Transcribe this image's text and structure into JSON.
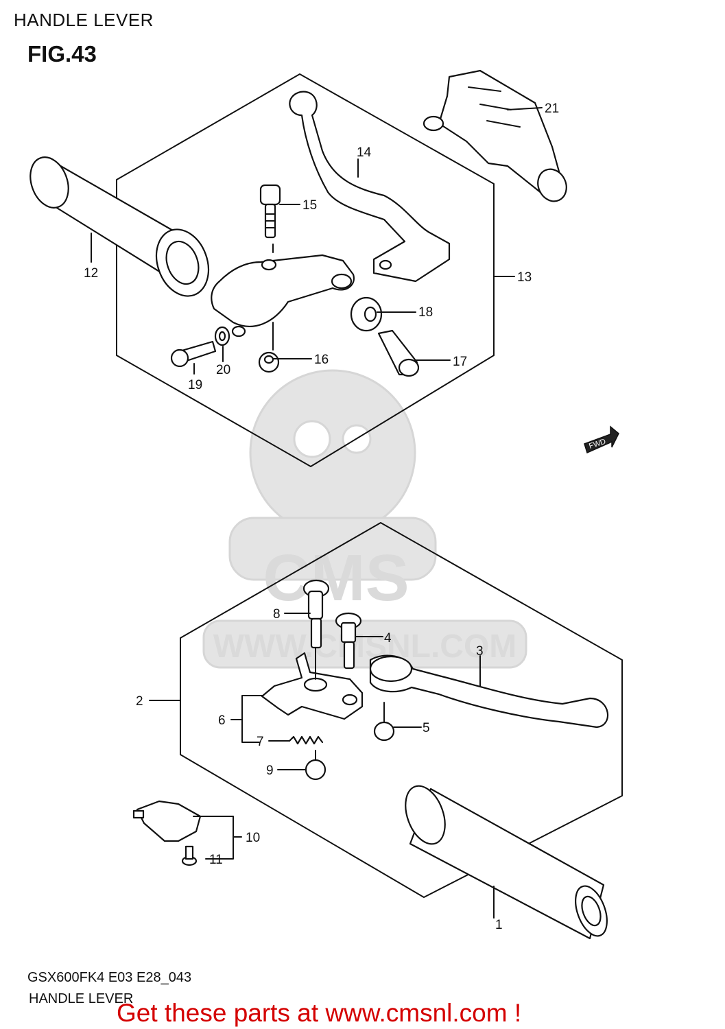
{
  "header": {
    "title": "HANDLE LEVER",
    "figure": "FIG.43"
  },
  "watermark": {
    "brand": "CMS",
    "url": "WWW.CMSNL.COM"
  },
  "fwd_badge": "FWD",
  "callouts": {
    "p1": "1",
    "p2": "2",
    "p3": "3",
    "p4": "4",
    "p5": "5",
    "p6": "6",
    "p7": "7",
    "p8": "8",
    "p9": "9",
    "p10": "10",
    "p11": "11",
    "p12": "12",
    "p13": "13",
    "p14": "14",
    "p15": "15",
    "p16": "16",
    "p17": "17",
    "p18": "18",
    "p19": "19",
    "p20": "20",
    "p21": "21"
  },
  "footer": {
    "model_code": "GSX600FK4 E03 E28_043",
    "title": "HANDLE LEVER",
    "promo": "Get these parts at www.cmsnl.com !"
  },
  "colors": {
    "promo": "#d40000",
    "line": "#111111",
    "watermark": "#e4e4e4"
  }
}
